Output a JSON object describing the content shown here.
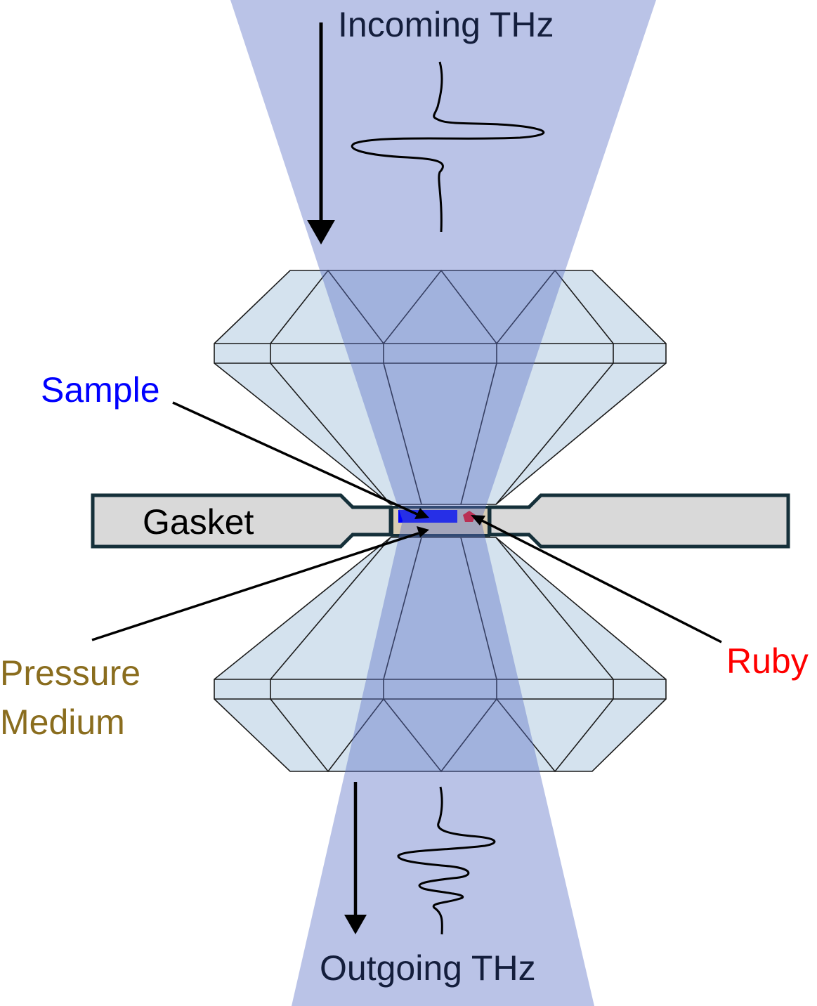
{
  "labels": {
    "incoming": "Incoming THz",
    "outgoing": "Outgoing THz",
    "sample": "Sample",
    "gasket": "Gasket",
    "pressure_line1": "Pressure",
    "pressure_line2": "Medium",
    "ruby": "Ruby"
  },
  "colors": {
    "beam": "#b9c3e6",
    "diamond": "#d4e2ee",
    "sample": "#0000ff",
    "ruby": "#ff0000",
    "pressure_medium": "#8a6d1e",
    "gasket": "#d9d9d9"
  }
}
